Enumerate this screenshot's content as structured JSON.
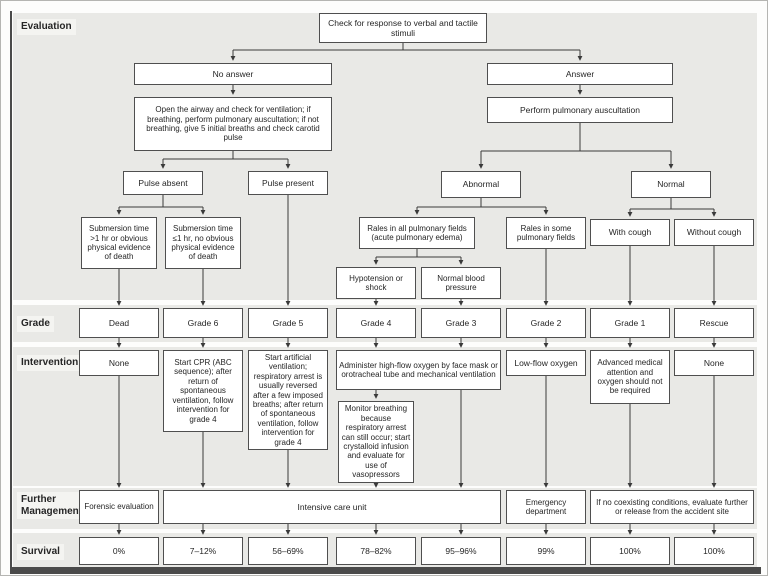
{
  "colors": {
    "band": "#e9e9e6",
    "box-border": "#4f4f4f",
    "line": "#3a3a3a",
    "bar": "#4a4a4a",
    "label-bg": "#f4f4f1",
    "text": "#262626"
  },
  "labels": {
    "evaluation": "Evaluation",
    "grade": "Grade",
    "intervention": "Intervention",
    "further_management": "Further Management",
    "survival": "Survival"
  },
  "evaluation": {
    "check_response": "Check for response to verbal and tactile stimuli",
    "no_answer": "No answer",
    "answer": "Answer",
    "open_airway": "Open the airway and check for ventilation; if breathing, perform pulmonary auscultation; if not breathing, give 5 initial breaths and check carotid pulse",
    "perform_auscultation": "Perform pulmonary auscultation",
    "pulse_absent": "Pulse absent",
    "pulse_present": "Pulse present",
    "abnormal": "Abnormal",
    "normal": "Normal",
    "submersion_long": "Submersion time >1 hr or obvious physical evidence of death",
    "submersion_short": "Submersion time ≤1 hr, no obvious physical evidence of death",
    "rales_all": "Rales in all pulmonary fields (acute pulmonary edema)",
    "rales_some": "Rales in some pulmonary fields",
    "with_cough": "With cough",
    "without_cough": "Without cough",
    "hypotension": "Hypotension or shock",
    "normal_bp": "Normal blood pressure"
  },
  "grades": [
    "Dead",
    "Grade 6",
    "Grade 5",
    "Grade 4",
    "Grade 3",
    "Grade 2",
    "Grade 1",
    "Rescue"
  ],
  "interventions": {
    "dead": "None",
    "grade6": "Start CPR (ABC sequence); after return of spontaneous ventilation, follow intervention for grade 4",
    "grade5": "Start artificial ventilation; respiratory arrest is usually reversed after a few imposed breaths; after return of spontaneous ventilation, follow intervention for grade 4",
    "grade4_3": "Administer high-flow oxygen by face mask or orotracheal tube and mechanical ventilation",
    "grade4_monitor": "Monitor breathing because respiratory arrest can still occur; start crystalloid infusion and evaluate for use of vasopressors",
    "grade2": "Low-flow oxygen",
    "grade1": "Advanced medical attention and oxygen should not be required",
    "rescue": "None"
  },
  "further_management": {
    "dead": "Forensic evaluation",
    "icu": "Intensive care unit",
    "grade2": "Emergency department",
    "grade1_rescue": "If no coexisting conditions, evaluate further or release from the accident site"
  },
  "survival": [
    "0%",
    "7–12%",
    "56–69%",
    "78–82%",
    "95–96%",
    "99%",
    "100%",
    "100%"
  ]
}
